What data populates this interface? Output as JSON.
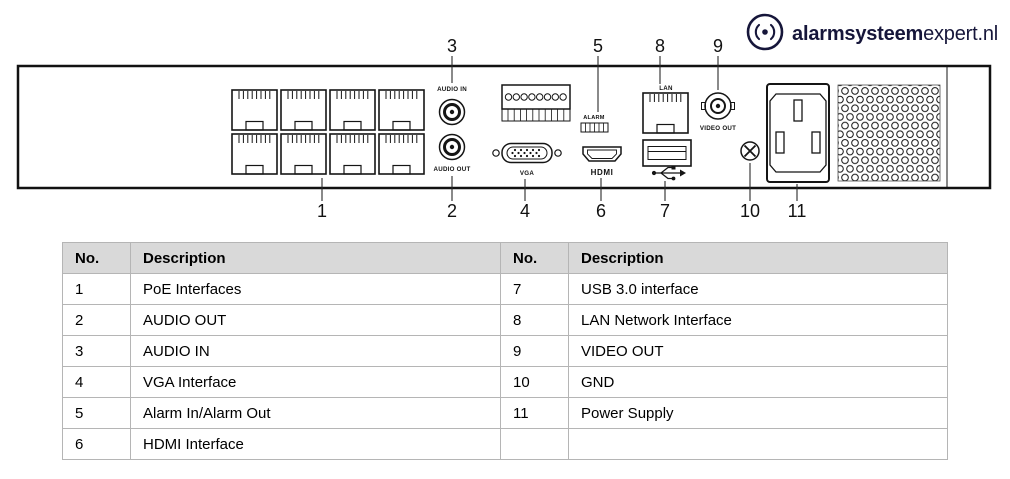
{
  "logo": {
    "brand_bold": "alarmsysteem",
    "brand_light": "expert.nl"
  },
  "colors": {
    "outline": "#151515",
    "table_header_bg": "#d9d9d9",
    "logo_text": "#16163a"
  },
  "diagram": {
    "labels": {
      "audio_in": "AUDIO IN",
      "audio_out": "AUDIO OUT",
      "vga": "VGA",
      "hdmi": "HDMI",
      "alarm": "ALARM",
      "lan": "LAN",
      "video_out": "VIDEO OUT"
    },
    "callouts": {
      "c1": "1",
      "c2": "2",
      "c3": "3",
      "c4": "4",
      "c5": "5",
      "c6": "6",
      "c7": "7",
      "c8": "8",
      "c9": "9",
      "c10": "10",
      "c11": "11"
    }
  },
  "table": {
    "headers": [
      "No.",
      "Description",
      "No.",
      "Description"
    ],
    "rows": [
      [
        "1",
        "PoE Interfaces",
        "7",
        "USB 3.0 interface"
      ],
      [
        "2",
        "AUDIO OUT",
        "8",
        "LAN Network Interface"
      ],
      [
        "3",
        "AUDIO IN",
        "9",
        "VIDEO OUT"
      ],
      [
        "4",
        "VGA Interface",
        "10",
        "GND"
      ],
      [
        "5",
        "Alarm In/Alarm Out",
        "11",
        "Power Supply"
      ],
      [
        "6",
        "HDMI Interface",
        "",
        ""
      ]
    ]
  }
}
